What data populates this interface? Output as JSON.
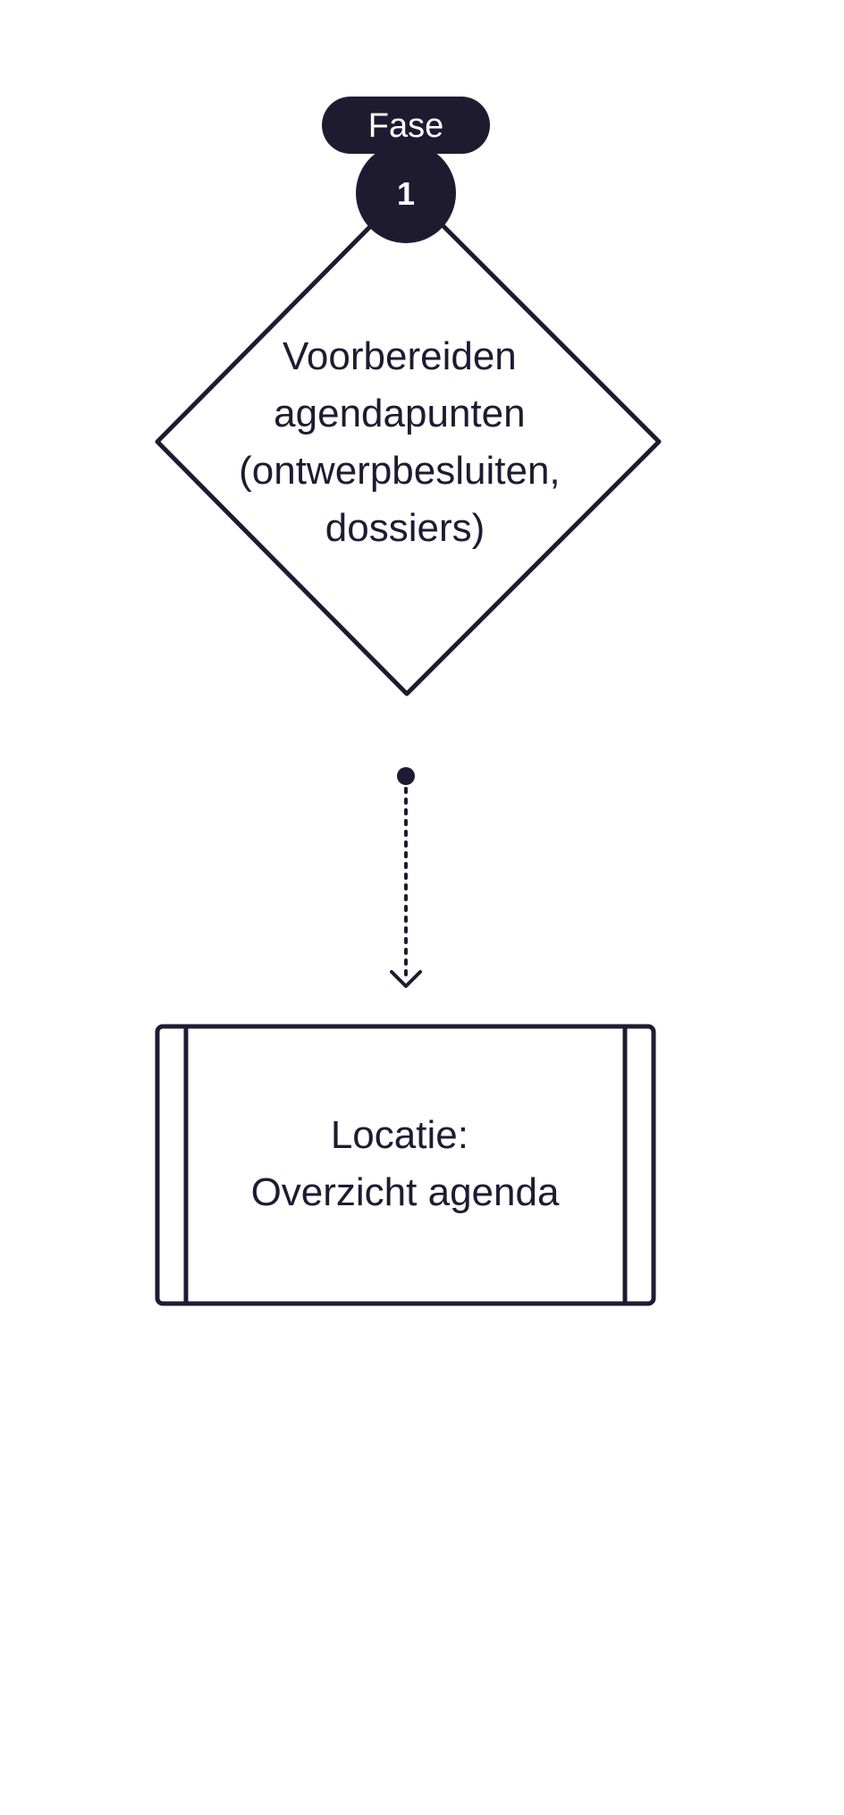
{
  "colors": {
    "ink": "#1e1b31",
    "background": "#ffffff",
    "badge_text": "#ffffff"
  },
  "phase_badge": {
    "label": "Fase",
    "number": "1"
  },
  "decision_node": {
    "lines": [
      "Voorbereiden",
      "agendapunten",
      "(ontwerpbesluiten,",
      "dossiers)"
    ]
  },
  "connector": {
    "style": "dotted",
    "direction": "down",
    "start_marker": "dot",
    "end_marker": "chevron-arrow-icon"
  },
  "location_node": {
    "lines": [
      "Locatie:",
      "Overzicht agenda"
    ]
  }
}
